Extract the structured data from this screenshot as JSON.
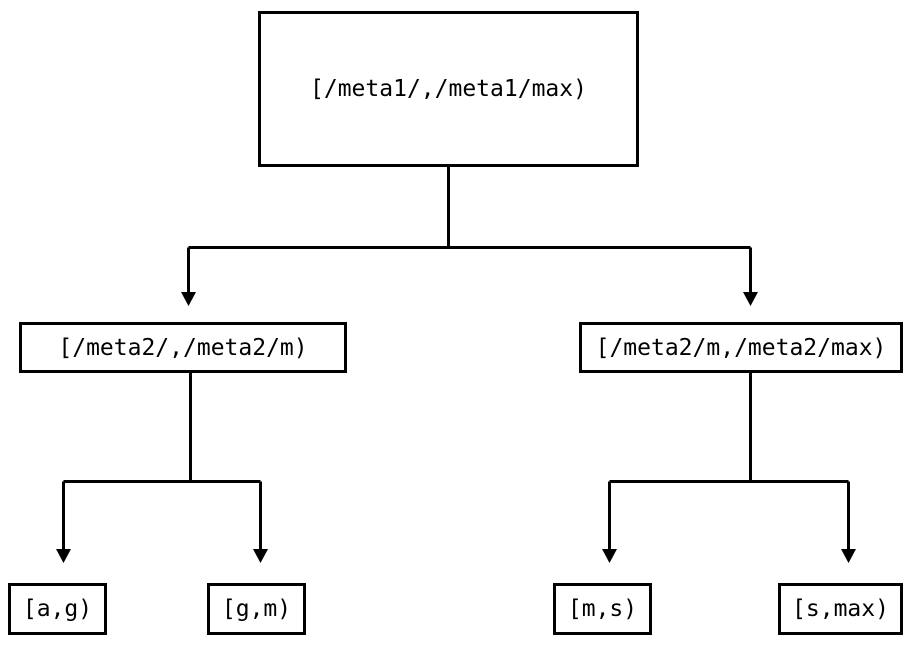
{
  "diagram": {
    "type": "binary-tree",
    "orientation": "top-down",
    "style": {
      "border_color": "#000000",
      "fill_color": "#ffffff",
      "edge_color": "#000000",
      "text_color": "#000000",
      "arrowhead": "filled-triangle-down"
    },
    "nodes": {
      "root": {
        "id": "root",
        "label": "[/meta1/,/meta1/max)"
      },
      "mid_left": {
        "id": "mid-left",
        "label": "[/meta2/,/meta2/m)"
      },
      "mid_right": {
        "id": "mid-right",
        "label": "[/meta2/m,/meta2/max)"
      },
      "leaves": [
        {
          "id": "leaf-a-g",
          "label": "[a,g)"
        },
        {
          "id": "leaf-g-m",
          "label": "[g,m)"
        },
        {
          "id": "leaf-m-s",
          "label": "[m,s)"
        },
        {
          "id": "leaf-s-max",
          "label": "[s,max)"
        }
      ]
    },
    "edges": [
      {
        "from": "root",
        "to": "mid-left"
      },
      {
        "from": "root",
        "to": "mid-right"
      },
      {
        "from": "mid-left",
        "to": "leaf-a-g"
      },
      {
        "from": "mid-left",
        "to": "leaf-g-m"
      },
      {
        "from": "mid-right",
        "to": "leaf-m-s"
      },
      {
        "from": "mid-right",
        "to": "leaf-s-max"
      }
    ]
  }
}
